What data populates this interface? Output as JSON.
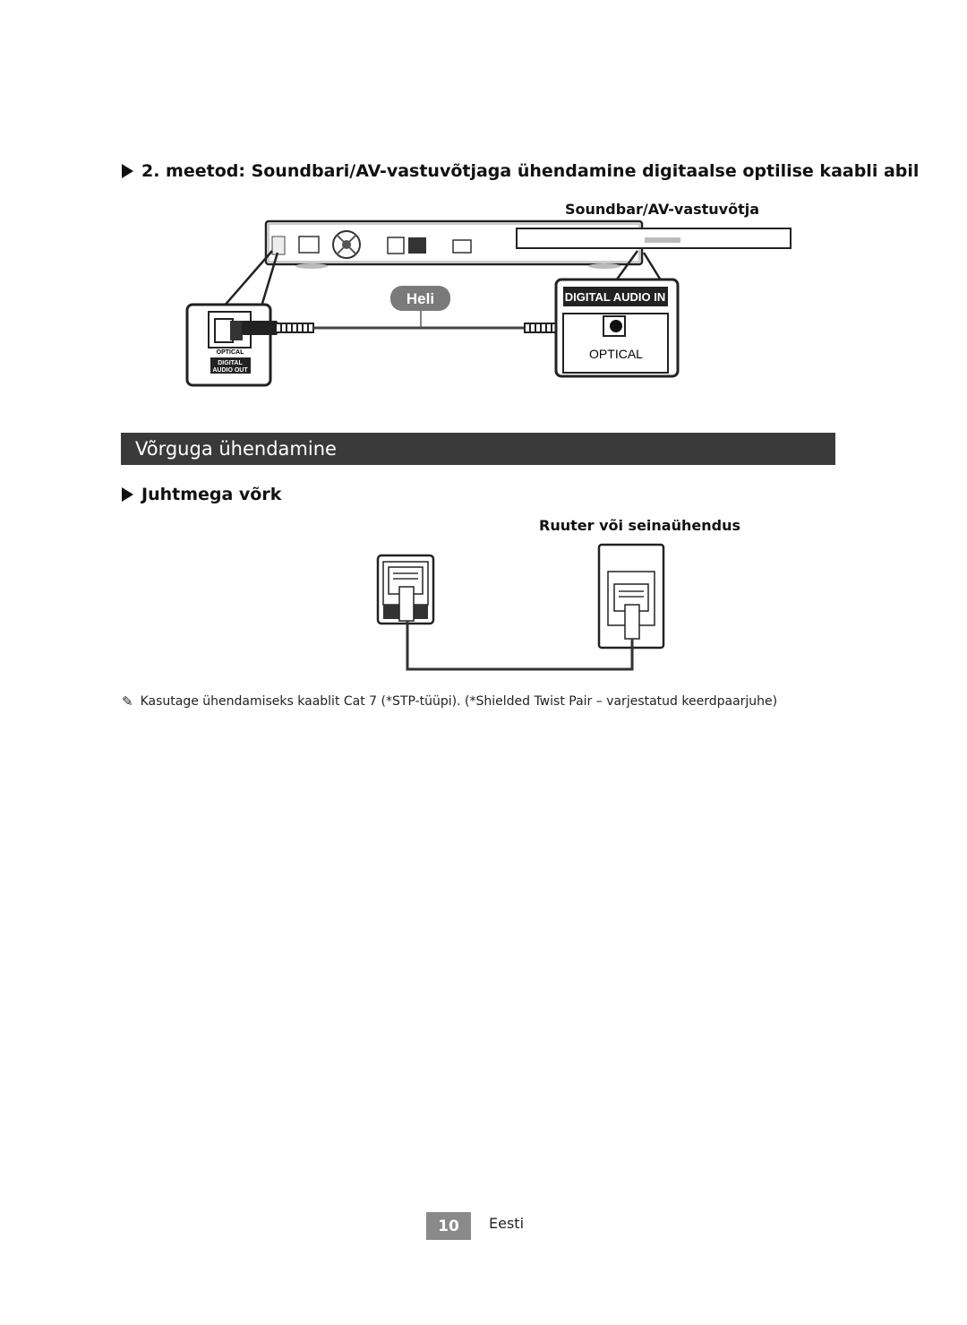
{
  "method2": {
    "heading": "2. meetod: Soundbari/AV-vastuvõtjaga ühendamine digitaalse optilise kaabli abil",
    "device_label": "Soundbar/AV-vastuvõtja",
    "cable_label": "Heli",
    "left_port": {
      "line1": "OPTICAL",
      "line2": "DIGITAL",
      "line3": "AUDIO OUT"
    },
    "right_port": {
      "title": "DIGITAL AUDIO IN",
      "name": "OPTICAL"
    }
  },
  "network_section": {
    "title": "Võrguga ühendamine",
    "wired_heading": "Juhtmega võrk",
    "device_label": "Ruuter või seinaühendus"
  },
  "note": {
    "icon": "pencil-icon",
    "text": "Kasutage ühendamiseks kaablit Cat 7 (*STP-tüüpi). (*Shielded Twist Pair – varjestatud keerdpaarjuhe)"
  },
  "footer": {
    "page_number": "10",
    "language": "Eesti"
  }
}
